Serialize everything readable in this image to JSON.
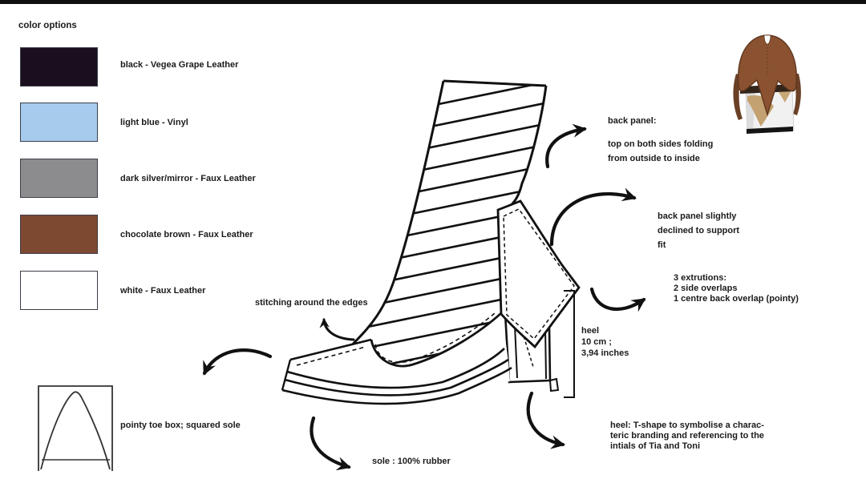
{
  "page": {
    "background": "#ffffff",
    "top_bar_color": "#101010",
    "ink_color": "#111111"
  },
  "color_options": {
    "title": "color options",
    "swatches": [
      {
        "label": "black - Vegea Grape Leather",
        "hex": "#1a0f1f"
      },
      {
        "label": "light blue - Vinyl",
        "hex": "#a6cbec"
      },
      {
        "label": "dark silver/mirror - Faux Leather",
        "hex": "#8c8c8e"
      },
      {
        "label": "chocolate brown - Faux Leather",
        "hex": "#7d4a31"
      },
      {
        "label": "white - Faux Leather",
        "hex": "#ffffff"
      }
    ]
  },
  "annotations": {
    "back_panel_title": "back panel:",
    "back_panel_body": "top on both sides folding\nfrom outside to inside",
    "back_panel_decline": "back panel slightly\ndeclined to support\nfit",
    "extrusions": "3 extrutions:\n2 side overlaps\n1 centre back overlap (pointy)",
    "heel_measure": "heel\n10 cm ;\n3,94 inches",
    "stitching": "stitching around the edges",
    "toe_box": "pointy toe box; squared sole",
    "sole": "sole : 100% rubber",
    "heel_t": "heel: T-shape to symbolise a charac-\nteric branding and referencing to the\nintials of Tia and Toni"
  },
  "photo": {
    "name": "back view photo of prototype shoe",
    "leather_color": "#8a5230",
    "heel_color": "#f1f1f1",
    "accent_tan": "#c3a170"
  }
}
